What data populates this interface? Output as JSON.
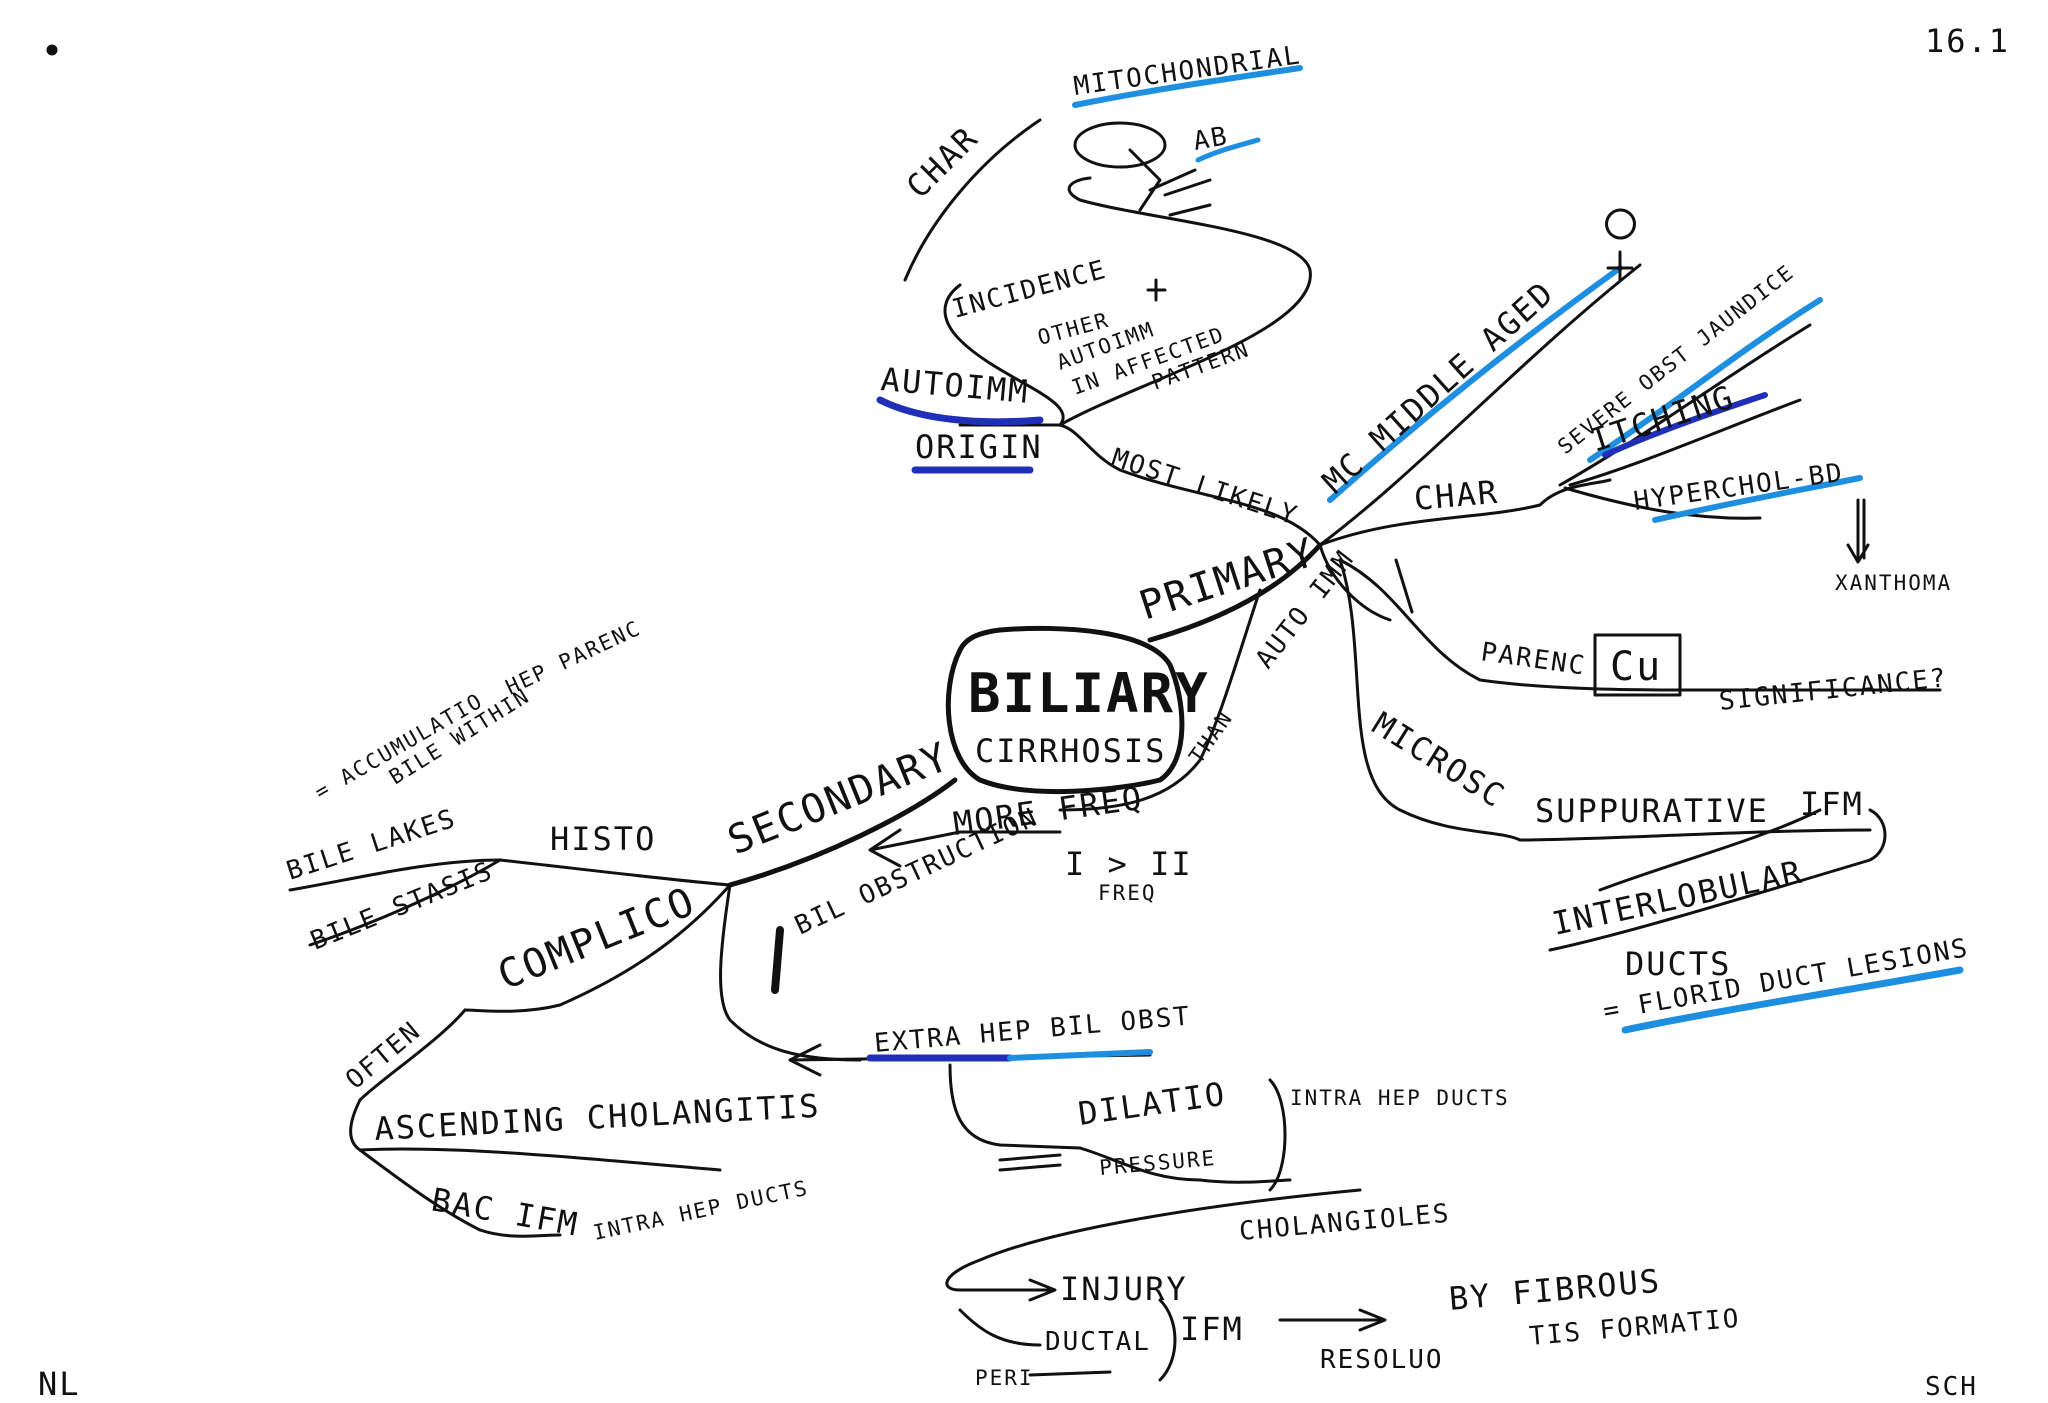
{
  "colors": {
    "ink": "#111111",
    "highlight_blue": "#1e8fe0",
    "dark_blue": "#1f2fb8"
  },
  "page": {
    "number": "16.1",
    "corner_left": "NL",
    "corner_right": "SCH"
  },
  "central": {
    "title": "BILIARY",
    "subtitle": "CIRRHOSIS"
  },
  "primary": {
    "label": "PRIMARY",
    "char": "CHAR",
    "mitochondrial": "MITOCHONDRIAL",
    "ab": "AB",
    "incidence": "INCIDENCE",
    "other": "OTHER",
    "autoimm_in_affected": "AUTOIMM",
    "in_affected": "IN AFFECTED",
    "pattern": "PATTERN",
    "autoimm": "AUTOIMM",
    "origin": "ORIGIN",
    "most_likely": "MOST LIKELY",
    "mc_middle_aged": "MC MIDDLE AGED",
    "char2": "CHAR",
    "severe_obst_jaundice": "SEVERE OBST JAUNDICE",
    "itching": "ITCHING",
    "hyperchol_bd": "HYPERCHOL-BD",
    "xanthoma": "XANTHOMA",
    "autoimm2": "AUTO IMM",
    "parenc": "PARENC",
    "cu": "Cu",
    "significance": "SIGNIFICANCE?",
    "microsc": "MICROSC",
    "suppurative": "SUPPURATIVE",
    "ifm": "IFM",
    "interlobular": "INTERLOBULAR",
    "ducts": "DUCTS",
    "florid_duct_lesions": "= FLORID DUCT LESIONS",
    "than": "THAN",
    "more_freq": "MORE FREQ",
    "i_gt_ii": "I > II",
    "freq": "FREQ"
  },
  "secondary": {
    "label": "SECONDARY",
    "accumulation": "= ACCUMULATIO",
    "bile_within": "BILE WITHIN",
    "hep_parenc": "HEP PARENC",
    "bile_lakes": "BILE LAKES",
    "histo": "HISTO",
    "bile_stasis": "BILE STASIS",
    "complico": "COMPLICO",
    "often": "OFTEN",
    "ascending_cholangitis": "ASCENDING CHOLANGITIS",
    "bac_ifm": "BAC IFM",
    "intra_hep_ducts": "INTRA HEP DUCTS",
    "bil_obstruction": "BIL OBSTRUCTION",
    "extra_hep_bil_obst": "EXTRA HEP BIL OBST",
    "dilation": "DILATIO",
    "pressure": "PRESSURE",
    "intra_hep_ducts_2": "INTRA HEP DUCTS",
    "cholangioles": "CHOLANGIOLES",
    "injury": "INJURY",
    "ductal": "DUCTAL",
    "peri": "PERI",
    "ifm2": "IFM",
    "resolution": "RESOLUO",
    "by_fibrous": "BY FIBROUS",
    "tis_formation": "TIS FORMATIO"
  }
}
